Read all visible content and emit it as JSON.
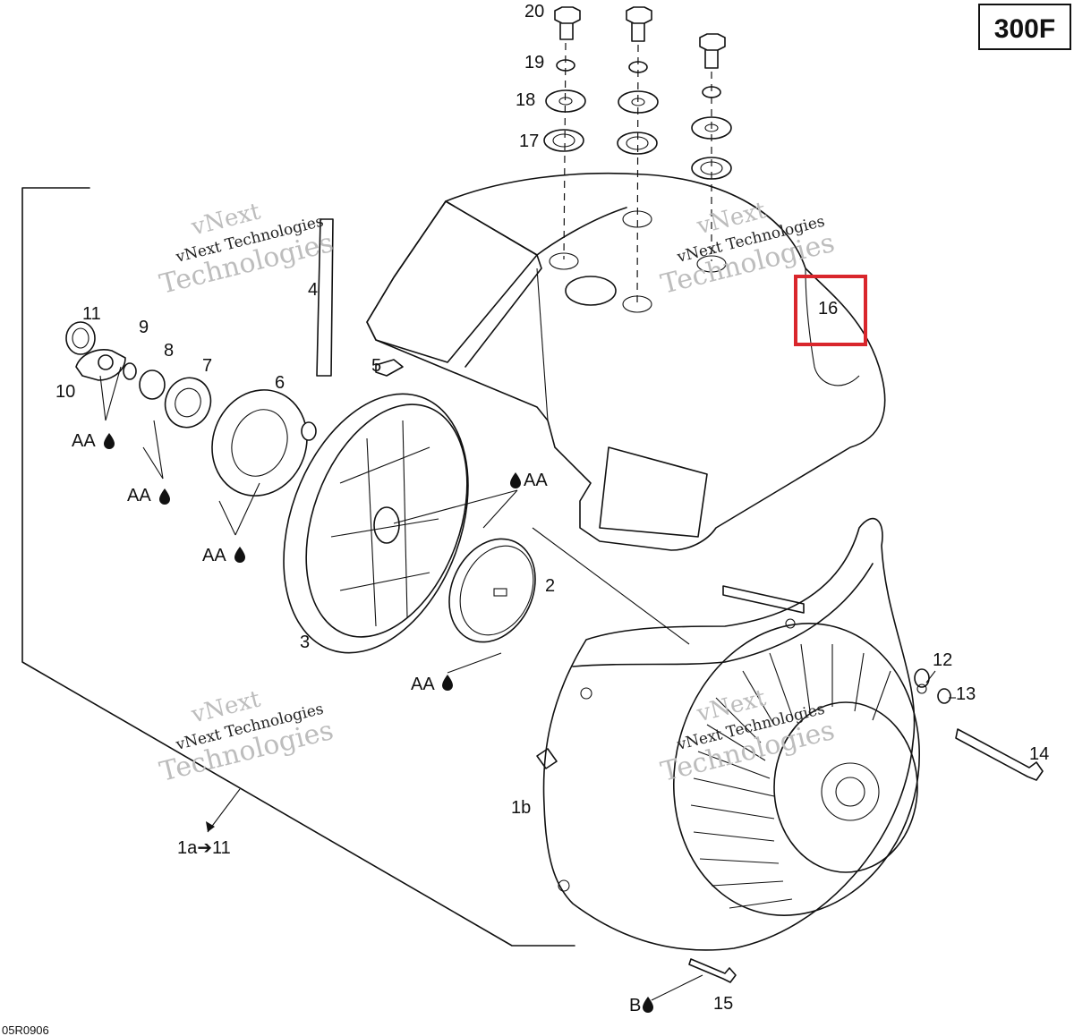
{
  "model_badge": "300F",
  "figure_code": "05R0906",
  "watermark": {
    "line1": "vNext Technologies",
    "line2": "vNext",
    "line3": "Technologies"
  },
  "highlight_color": "#d9262c",
  "parts": {
    "p1a_range": "1a➔11",
    "p1b": "1b",
    "p2": "2",
    "p3": "3",
    "p4": "4",
    "p5": "5",
    "p6": "6",
    "p7": "7",
    "p8": "8",
    "p9": "9",
    "p10": "10",
    "p11": "11",
    "p12": "12",
    "p13": "13",
    "p14": "14",
    "p15": "15",
    "p16": "16",
    "p17": "17",
    "p18": "18",
    "p19": "19",
    "p20": "20"
  },
  "lubricant_callouts": {
    "aa": "AA",
    "b": "B"
  }
}
